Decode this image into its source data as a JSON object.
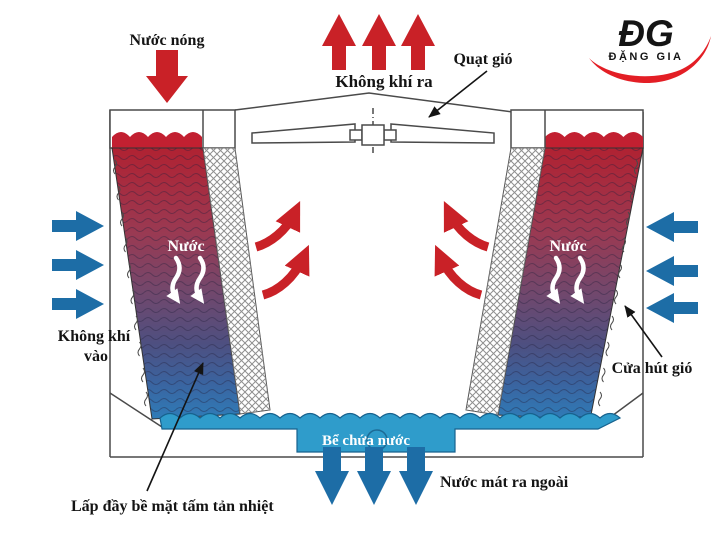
{
  "brand": {
    "monogram": "ĐG",
    "name": "ĐẶNG GIA"
  },
  "labels": {
    "hot_water_in": "Nước nóng",
    "air_out": "Không khí ra",
    "fan": "Quạt gió",
    "air_in_line1": "Không khí",
    "air_in_line2": "vào",
    "water_left": "Nước",
    "water_right": "Nước",
    "air_intake_door": "Cửa hút gió",
    "water_basin": "Bể chứa nước",
    "cool_water_out": "Nước mát ra ngoài",
    "fill_media": "Lấp đầy bề mặt tấm tản nhiệt"
  },
  "colors": {
    "hot_red": "#c92127",
    "cold_blue": "#1d6da6",
    "basin_blue": "#2f9ccb",
    "logo_red": "#e31e25",
    "outline_gray": "#4a4a4a"
  }
}
